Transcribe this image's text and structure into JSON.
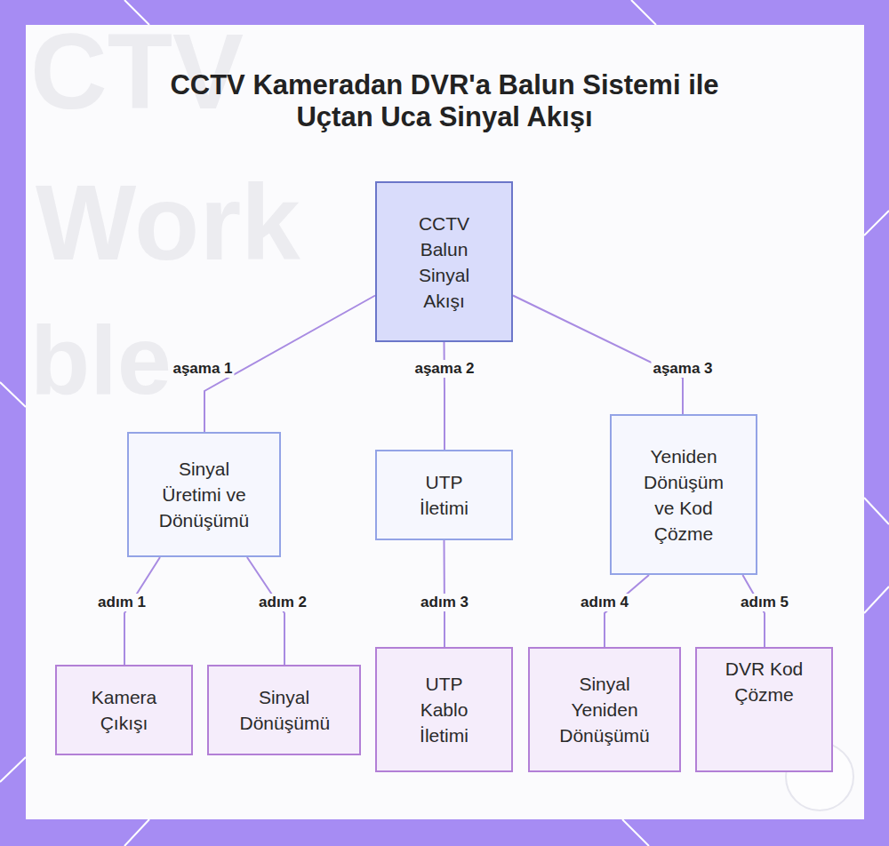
{
  "diagram": {
    "title": "CCTV Kameradan DVR'a Balun Sistemi ile Uçtan Uca Sinyal Akışı",
    "nodes": [
      {
        "text": [
          "CCTV Balun Sinyal Akışı"
        ]
      },
      {
        "text": [
          "Sinyal Üretimi ve Dönüşümü"
        ]
      },
      {
        "text": [
          "UTP İletimi"
        ]
      },
      {
        "text": [
          "Yeniden Dönüşüm ve Kod Çözme"
        ]
      },
      {
        "text": [
          "Kamera Çıkışı"
        ]
      },
      {
        "text": [
          "Sinyal Dönüşümü"
        ]
      },
      {
        "text": [
          "UTP Kablo İletimi"
        ]
      },
      {
        "text": [
          "Sinyal Yeniden Dönüşümü"
        ]
      },
      {
        "text": [
          "DVR Kod Çözme"
        ]
      }
    ],
    "edges": [
      {
        "from": 0,
        "to": 1,
        "label": "aşama 1",
        "arrow": "none"
      },
      {
        "from": 0,
        "to": 2,
        "label": "aşama 2",
        "arrow": "none"
      },
      {
        "from": 0,
        "to": 3,
        "label": "aşama 3",
        "arrow": "none"
      },
      {
        "from": 1,
        "to": 4,
        "label": "adım 1",
        "arrow": "none"
      },
      {
        "from": 1,
        "to": 5,
        "label": "adım 2",
        "arrow": "none"
      },
      {
        "from": 2,
        "to": 6,
        "label": "adım 3",
        "arrow": "none"
      },
      {
        "from": 3,
        "to": 7,
        "label": "adım 4",
        "arrow": "none"
      },
      {
        "from": 3,
        "to": 8,
        "label": "adım 5",
        "arrow": "none"
      }
    ],
    "labels": [
      "CTV",
      "Work",
      "ble"
    ]
  }
}
